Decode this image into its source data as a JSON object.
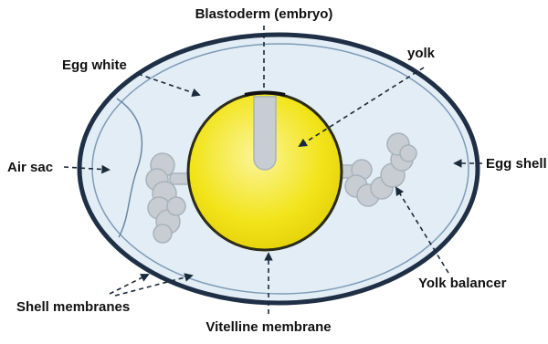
{
  "diagram": {
    "labels": {
      "blastoderm": "Blastoderm (embryo)",
      "egg_white": "Egg white",
      "yolk": "yolk",
      "air_sac": "Air sac",
      "egg_shell": "Egg shell",
      "yolk_balancer": "Yolk balancer",
      "shell_membranes": "Shell membranes",
      "vitelline_membrane": "Vitelline membrane"
    },
    "colors": {
      "shell": "#1f2f45",
      "membrane": "#7f9bb8",
      "egg_white": "#e3edf5",
      "yolk": "#f2e41a",
      "yolk_highlight": "#fbf59a",
      "yolk_outline": "#2b2b1a",
      "chalaza": "#c7cdd3",
      "chalaza_outline": "#a9b2bb",
      "arrow": "#1a2a3a"
    }
  }
}
